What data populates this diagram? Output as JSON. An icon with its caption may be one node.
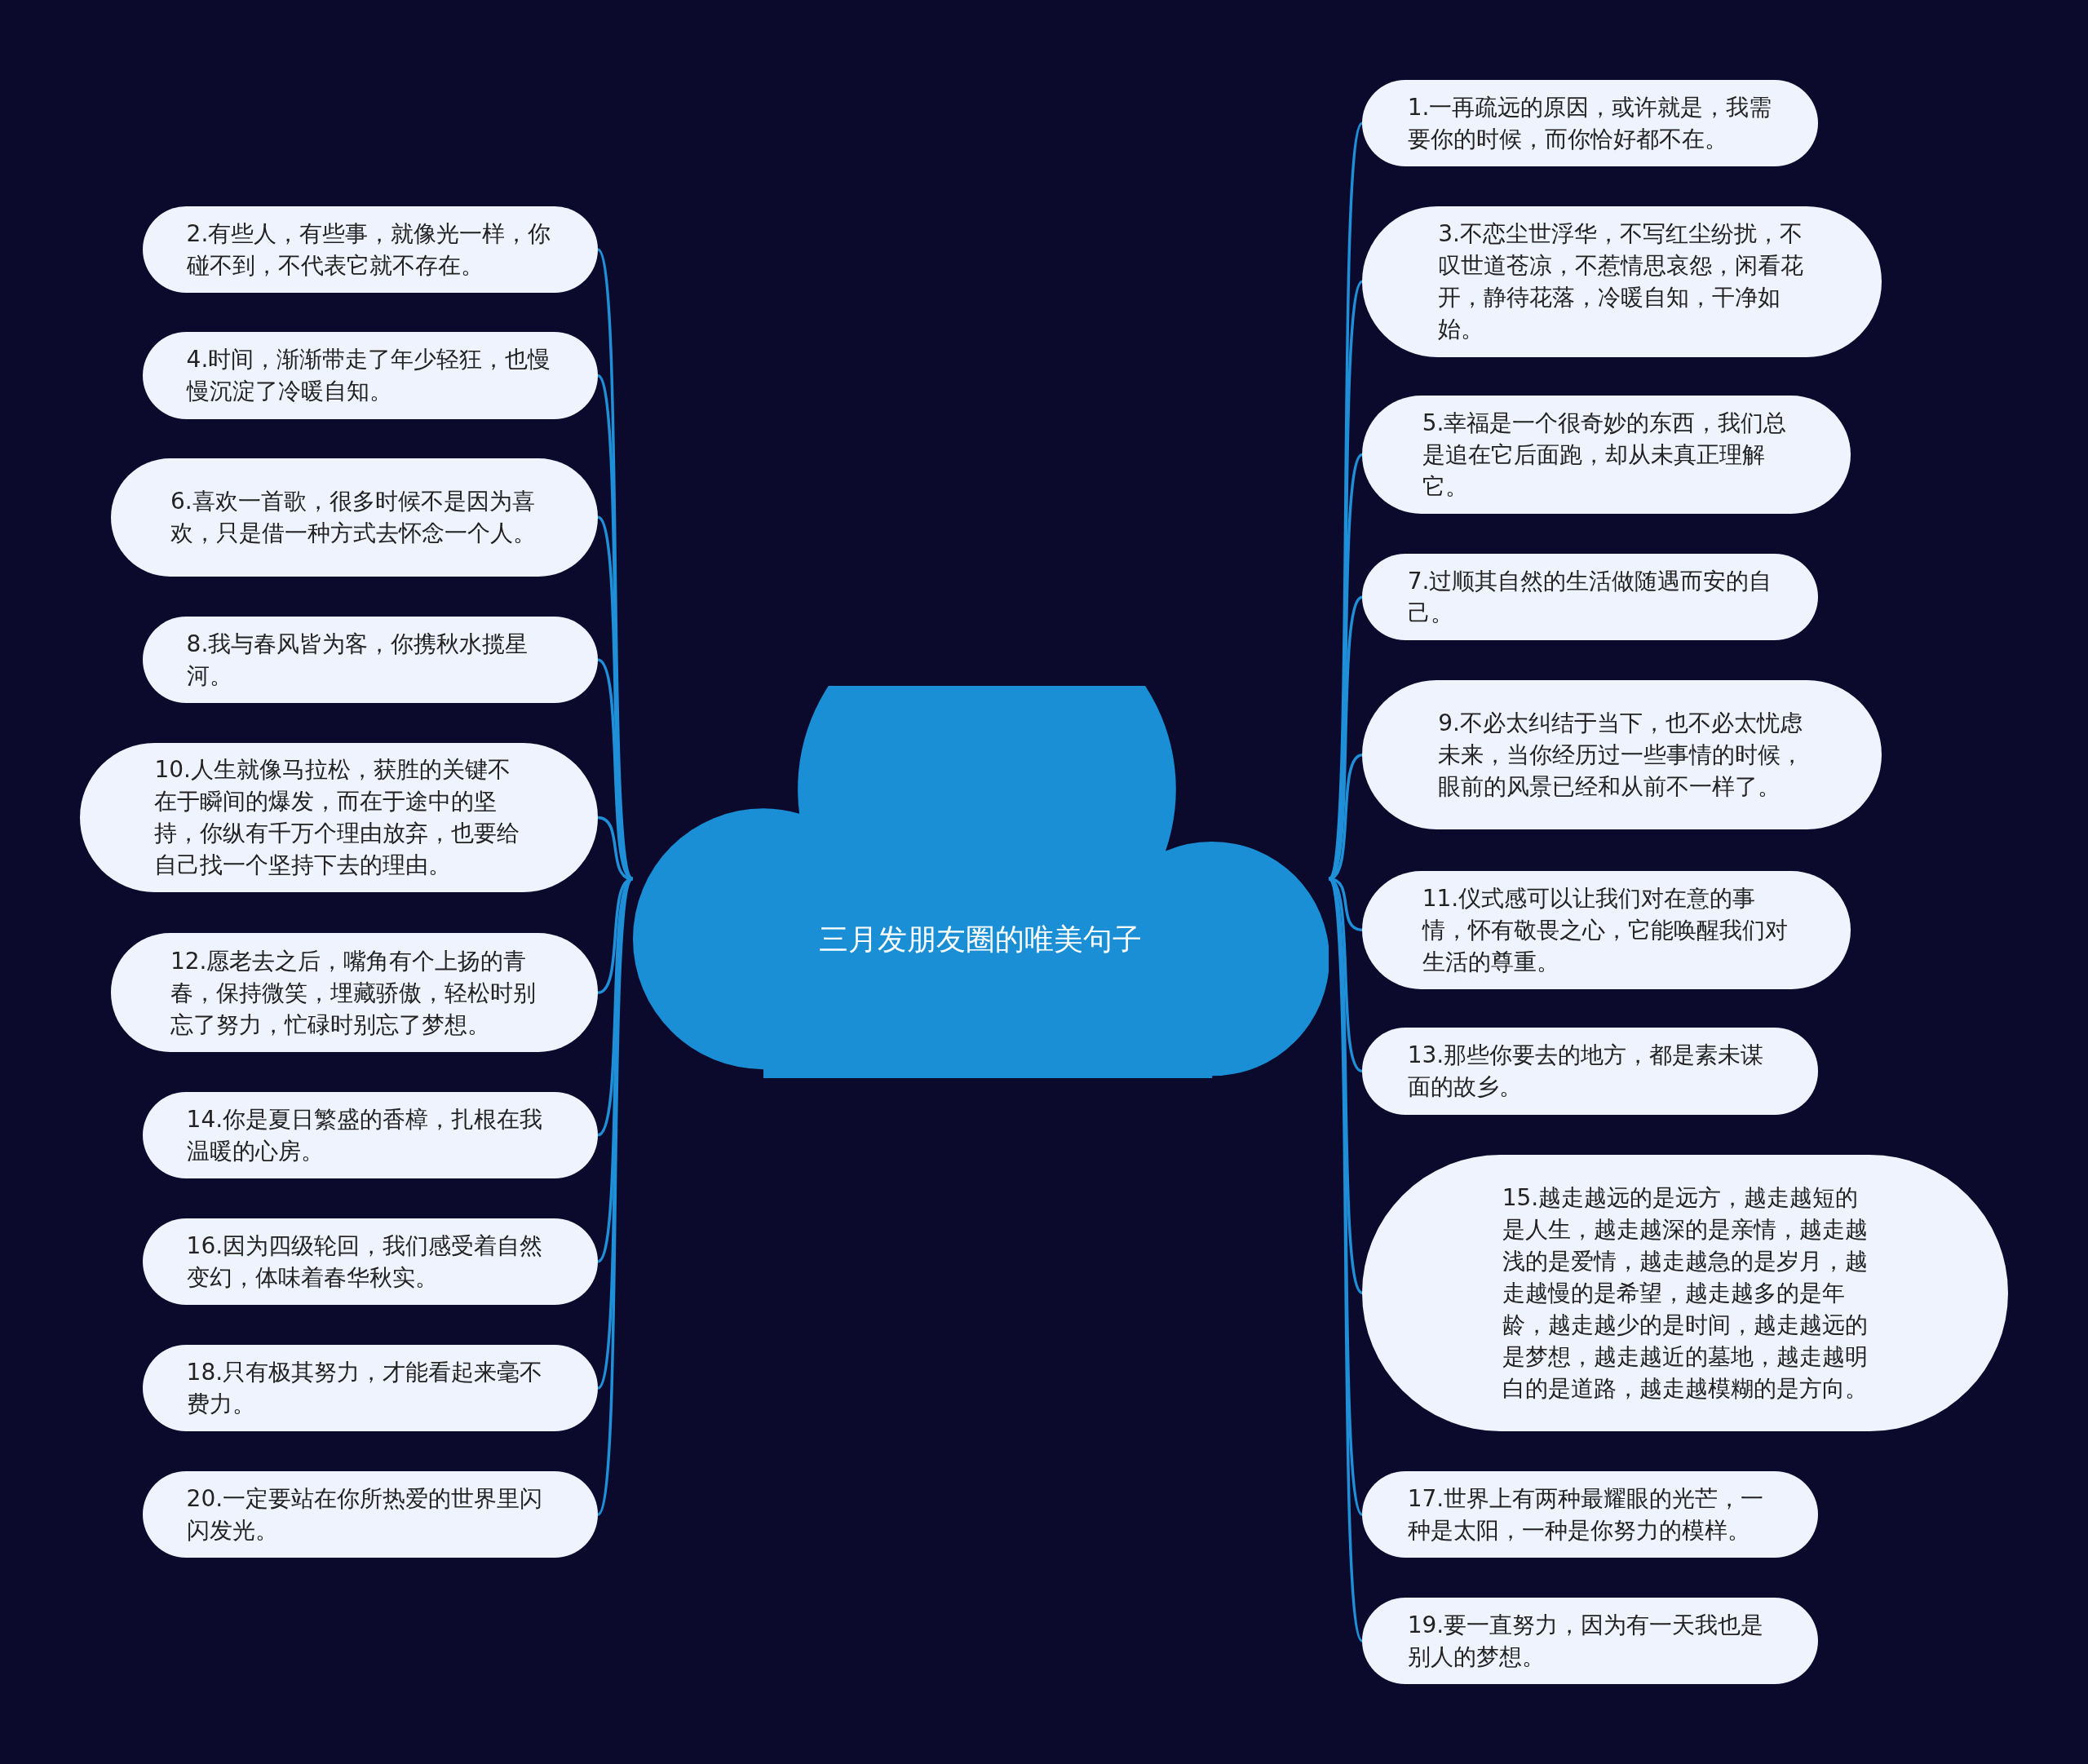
{
  "diagram": {
    "nodes": [
      {
        "text": [
          "三月发朋友圈的唯美句子"
        ]
      },
      {
        "text": [
          "1.一再疏远的原因，或许就是，我需要你的时候，而你恰好都不在。"
        ]
      },
      {
        "text": [
          "2.有些人，有些事，就像光一样，你碰不到，不代表它就不存在。"
        ]
      },
      {
        "text": [
          "3.不恋尘世浮华，不写红尘纷扰，不叹世道苍凉，不惹情思哀怨，闲看花开，静待花落，冷暖自知，干净如始。"
        ]
      },
      {
        "text": [
          "4.时间，渐渐带走了年少轻狂，也慢慢沉淀了冷暖自知。"
        ]
      },
      {
        "text": [
          "5.幸福是一个很奇妙的东西，我们总是追在它后面跑，却从未真正理解它。"
        ]
      },
      {
        "text": [
          "6.喜欢一首歌，很多时候不是因为喜欢，只是借一种方式去怀念一个人。"
        ]
      },
      {
        "text": [
          "7.过顺其自然的生活做随遇而安的自己。"
        ]
      },
      {
        "text": [
          "8.我与春风皆为客，你携秋水揽星河。"
        ]
      },
      {
        "text": [
          "9.不必太纠结于当下，也不必太忧虑未来，当你经历过一些事情的时候，眼前的风景已经和从前不一样了。"
        ]
      },
      {
        "text": [
          "10.人生就像马拉松，获胜的关键不在于瞬间的爆发，而在于途中的坚持，你纵有千万个理由放弃，也要给自己找一个坚持下去的理由。"
        ]
      },
      {
        "text": [
          "11.仪式感可以让我们对在意的事情，怀有敬畏之心，它能唤醒我们对生活的尊重。"
        ]
      },
      {
        "text": [
          "12.愿老去之后，嘴角有个上扬的青春，保持微笑，埋藏骄傲，轻松时别忘了努力，忙碌时别忘了梦想。"
        ]
      },
      {
        "text": [
          "13.那些你要去的地方，都是素未谋面的故乡。"
        ]
      },
      {
        "text": [
          "14.你是夏日繁盛的香樟，扎根在我温暖的心房。"
        ]
      },
      {
        "text": [
          "15.越走越远的是远方，越走越短的是人生，越走越深的是亲情，越走越浅的是爱情，越走越急的是岁月，越走越慢的是希望，越走越多的是年龄，越走越少的是时间，越走越远的是梦想，越走越近的墓地，越走越明白的是道路，越走越模糊的是方向。"
        ]
      },
      {
        "text": [
          "16.因为四级轮回，我们感受着自然变幻，体味着春华秋实。"
        ]
      },
      {
        "text": [
          "17.世界上有两种最耀眼的光芒，一种是太阳，一种是你努力的模样。"
        ]
      },
      {
        "text": [
          "18.只有极其努力，才能看起来毫不费力。"
        ]
      },
      {
        "text": [
          "19.要一直努力，因为有一天我也是别人的梦想。"
        ]
      },
      {
        "text": [
          "20.一定要站在你所热爱的世界里闪闪发光。"
        ]
      }
    ],
    "edges": [
      {
        "from": 0,
        "to": 1,
        "arrow": "none"
      },
      {
        "from": 0,
        "to": 2,
        "arrow": "none"
      },
      {
        "from": 0,
        "to": 3,
        "arrow": "none"
      },
      {
        "from": 0,
        "to": 4,
        "arrow": "none"
      },
      {
        "from": 0,
        "to": 5,
        "arrow": "none"
      },
      {
        "from": 0,
        "to": 6,
        "arrow": "none"
      },
      {
        "from": 0,
        "to": 7,
        "arrow": "none"
      },
      {
        "from": 0,
        "to": 8,
        "arrow": "none"
      },
      {
        "from": 0,
        "to": 9,
        "arrow": "none"
      },
      {
        "from": 0,
        "to": 10,
        "arrow": "none"
      },
      {
        "from": 0,
        "to": 11,
        "arrow": "none"
      },
      {
        "from": 0,
        "to": 12,
        "arrow": "none"
      },
      {
        "from": 0,
        "to": 13,
        "arrow": "none"
      },
      {
        "from": 0,
        "to": 14,
        "arrow": "none"
      },
      {
        "from": 0,
        "to": 15,
        "arrow": "none"
      },
      {
        "from": 0,
        "to": 16,
        "arrow": "none"
      },
      {
        "from": 0,
        "to": 17,
        "arrow": "none"
      },
      {
        "from": 0,
        "to": 18,
        "arrow": "none"
      },
      {
        "from": 0,
        "to": 19,
        "arrow": "none"
      },
      {
        "from": 0,
        "to": 20,
        "arrow": "none"
      }
    ]
  }
}
